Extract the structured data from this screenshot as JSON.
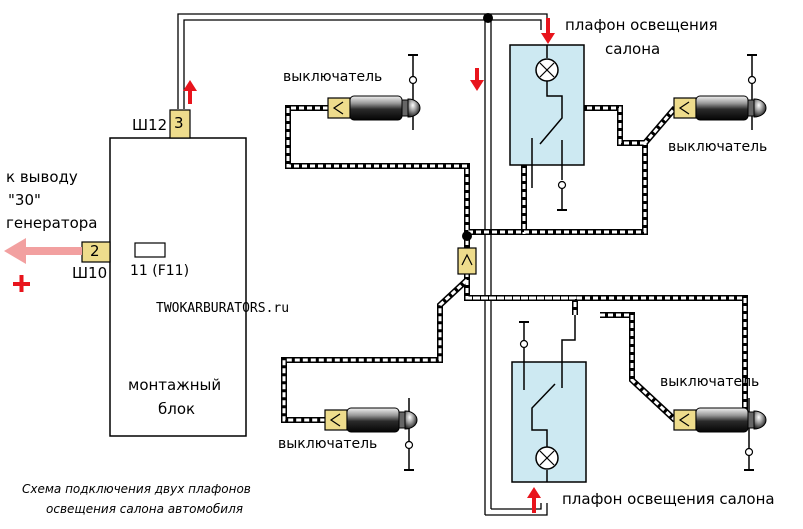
{
  "mounting_block": {
    "label_line1": "монтажный",
    "label_line2": "блок"
  },
  "connectors": {
    "top": {
      "name": "Ш12",
      "pin": "3"
    },
    "left": {
      "name": "Ш10",
      "pin": "2"
    }
  },
  "fuse": {
    "label": "11 (F11)"
  },
  "generator_note": {
    "line1": "к выводу",
    "line2": "\"30\"",
    "line3": "генератора",
    "sign": "+"
  },
  "watermark": "TWOKARBURATORS.ru",
  "switches": {
    "top_left": "выключатель",
    "top_right": "выключатель",
    "bottom_left": "выключатель",
    "bottom_right": "выключатель"
  },
  "lamps": {
    "top": {
      "line1": "плафон освещения",
      "line2": "салона"
    },
    "bottom": {
      "label": "плафон освещения салона"
    }
  },
  "caption": {
    "line1": "Схема подключения двух плафонов",
    "line2": "освещения салона автомобиля"
  },
  "colors": {
    "lamp_fill": "#cde9f2",
    "connector_fill": "#eedc8c",
    "arrow_red": "#e8141c",
    "generator_arrow": "#f2a0a0",
    "wire": "#000000"
  }
}
